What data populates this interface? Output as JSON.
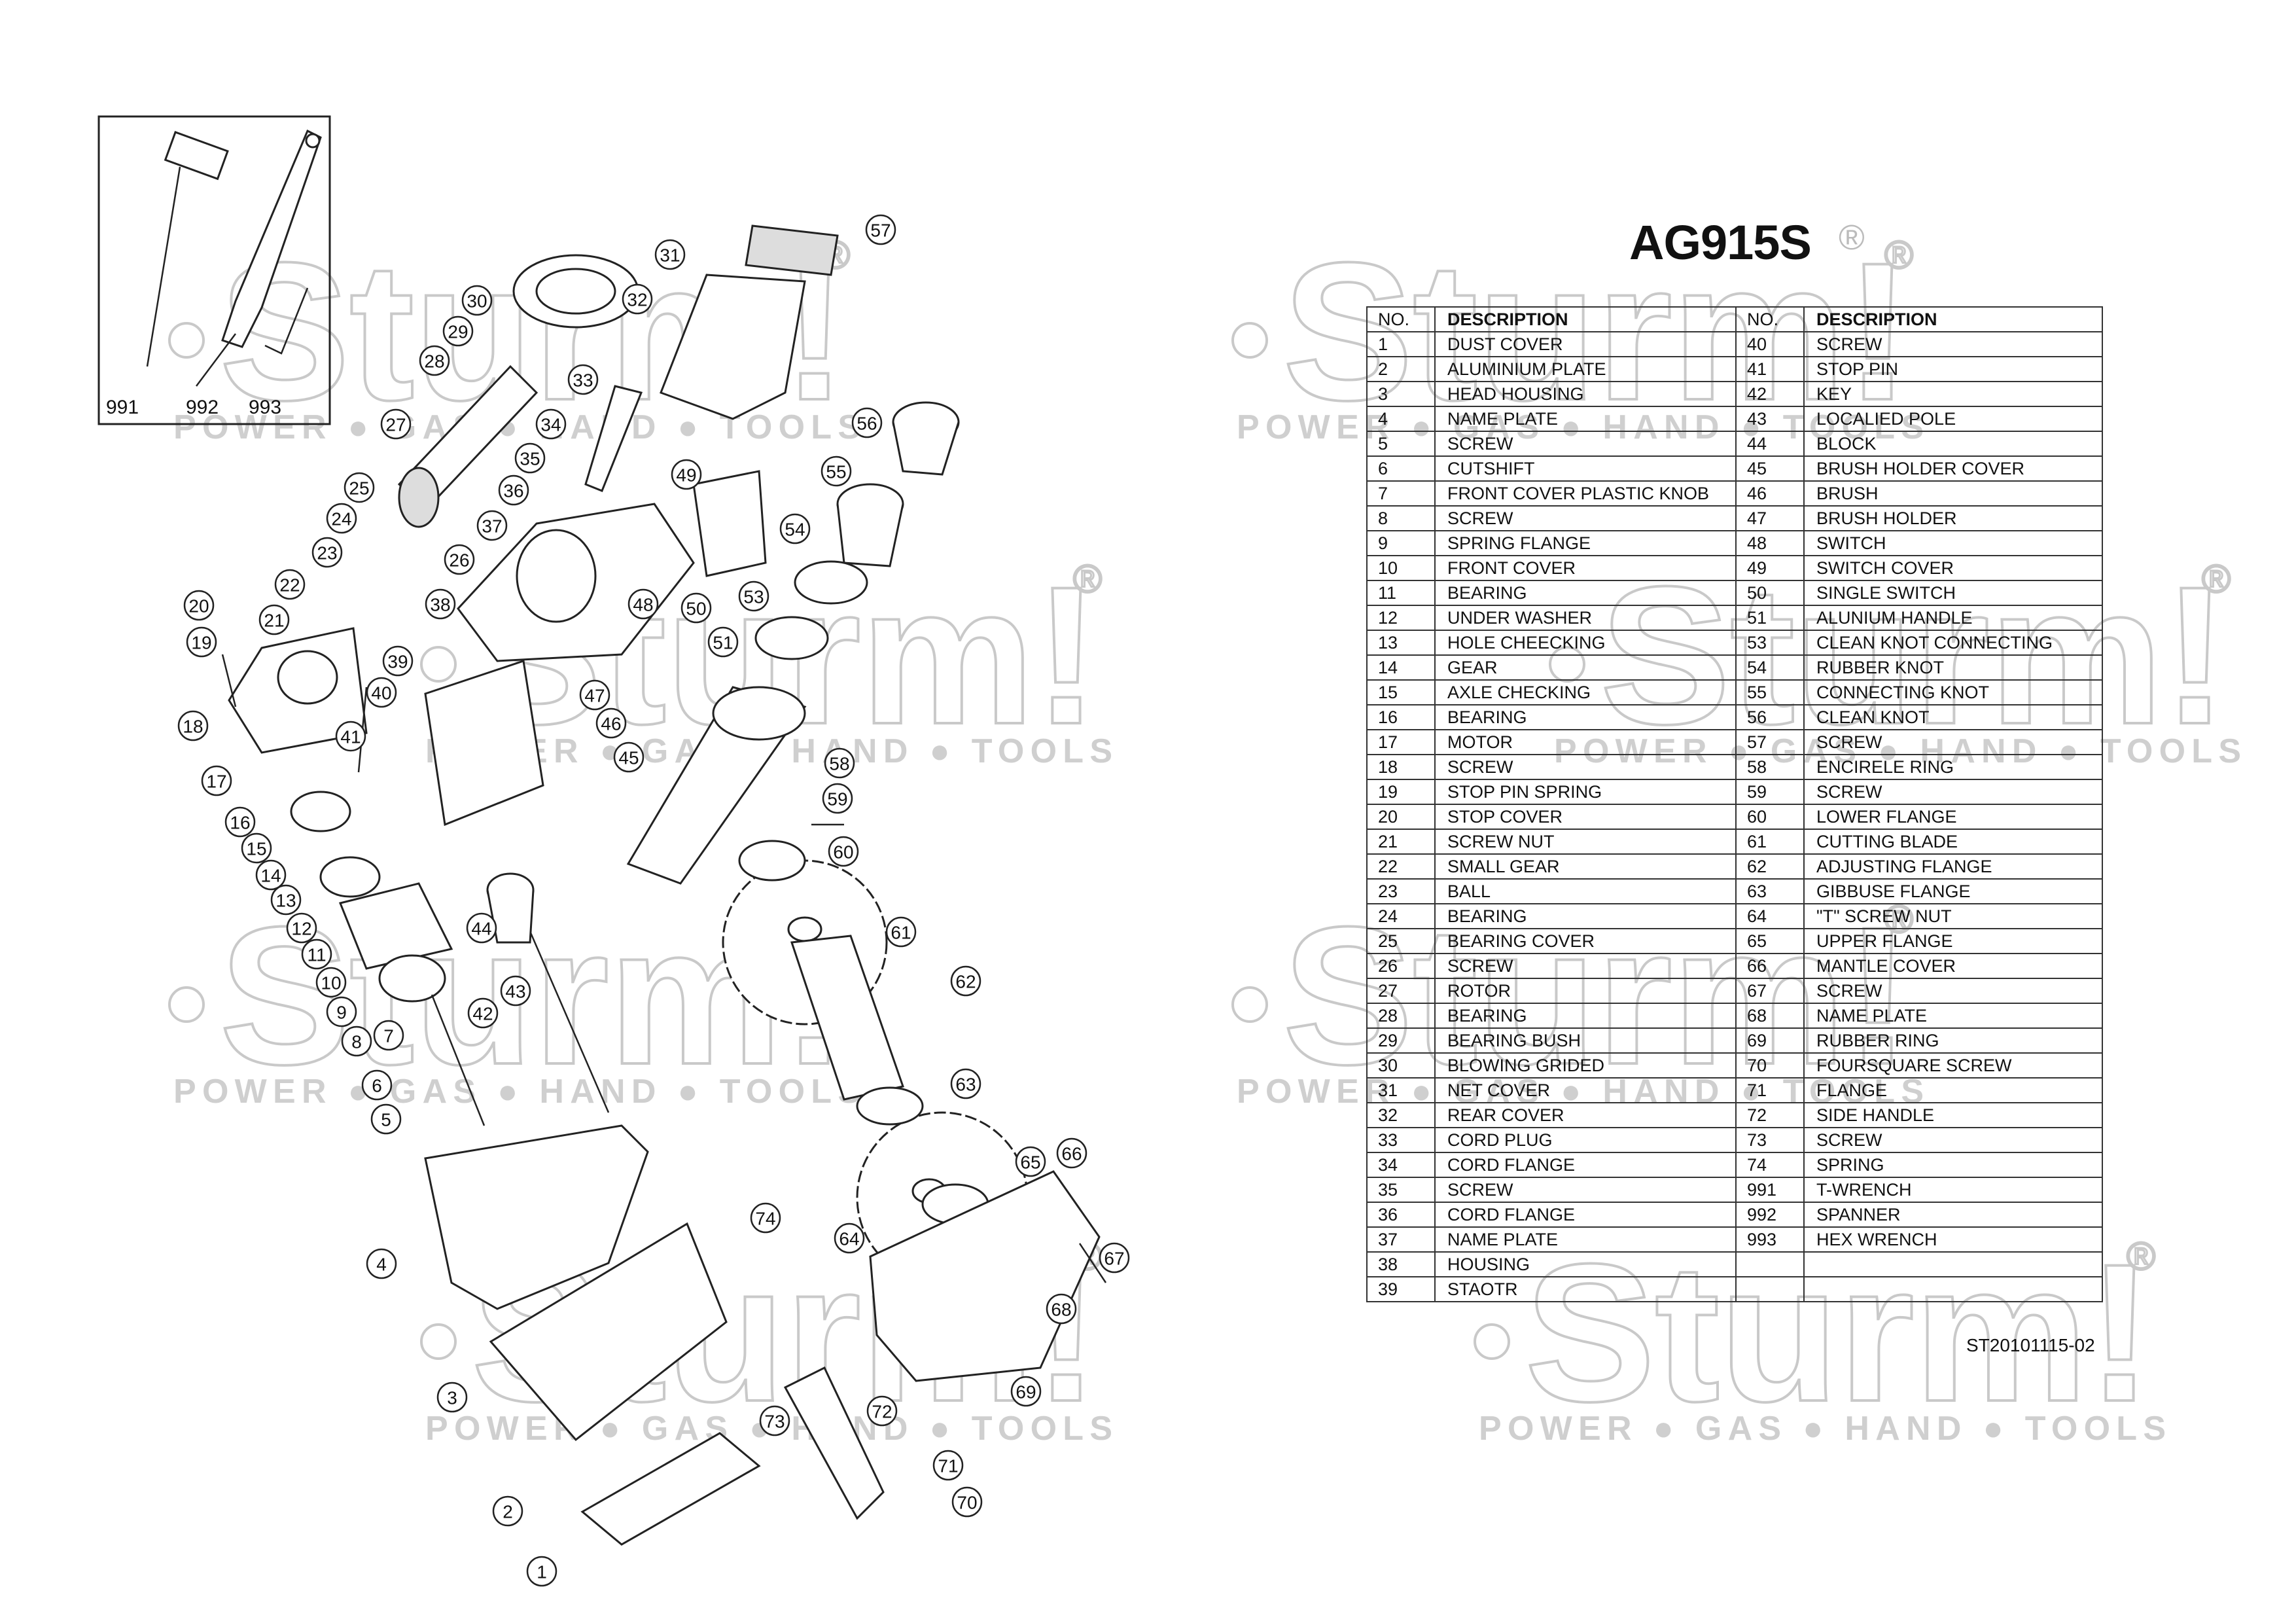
{
  "title": "AG915S",
  "title_mark": "®",
  "watermark": {
    "brand": "Sturm!",
    "tagline": "POWER ● GAS ● HAND ● TOOLS",
    "mark": "®"
  },
  "table": {
    "headers": {
      "no": "NO.",
      "description": "DESCRIPTION"
    },
    "left": [
      [
        "1",
        "DUST COVER"
      ],
      [
        "2",
        "ALUMINIUM PLATE"
      ],
      [
        "3",
        "HEAD HOUSING"
      ],
      [
        "4",
        "NAME PLATE"
      ],
      [
        "5",
        "SCREW"
      ],
      [
        "6",
        "CUTSHIFT"
      ],
      [
        "7",
        "FRONT COVER PLASTIC KNOB"
      ],
      [
        "8",
        "SCREW"
      ],
      [
        "9",
        "SPRING FLANGE"
      ],
      [
        "10",
        "FRONT COVER"
      ],
      [
        "11",
        "BEARING"
      ],
      [
        "12",
        "UNDER WASHER"
      ],
      [
        "13",
        "HOLE CHEECKING"
      ],
      [
        "14",
        "GEAR"
      ],
      [
        "15",
        "AXLE CHECKING"
      ],
      [
        "16",
        "BEARING"
      ],
      [
        "17",
        "MOTOR"
      ],
      [
        "18",
        "SCREW"
      ],
      [
        "19",
        "STOP PIN SPRING"
      ],
      [
        "20",
        "STOP COVER"
      ],
      [
        "21",
        "SCREW NUT"
      ],
      [
        "22",
        "SMALL GEAR"
      ],
      [
        "23",
        "BALL"
      ],
      [
        "24",
        "BEARING"
      ],
      [
        "25",
        "BEARING COVER"
      ],
      [
        "26",
        "SCREW"
      ],
      [
        "27",
        "ROTOR"
      ],
      [
        "28",
        "BEARING"
      ],
      [
        "29",
        "BEARING BUSH"
      ],
      [
        "30",
        "BLOWING GRIDED"
      ],
      [
        "31",
        "NET COVER"
      ],
      [
        "32",
        "REAR COVER"
      ],
      [
        "33",
        "CORD PLUG"
      ],
      [
        "34",
        "CORD FLANGE"
      ],
      [
        "35",
        "SCREW"
      ],
      [
        "36",
        "CORD FLANGE"
      ],
      [
        "37",
        "NAME PLATE"
      ],
      [
        "38",
        "HOUSING"
      ],
      [
        "39",
        "STAOTR"
      ]
    ],
    "right": [
      [
        "40",
        "SCREW"
      ],
      [
        "41",
        "STOP PIN"
      ],
      [
        "42",
        "KEY"
      ],
      [
        "43",
        "LOCALIED POLE"
      ],
      [
        "44",
        "BLOCK"
      ],
      [
        "45",
        "BRUSH HOLDER COVER"
      ],
      [
        "46",
        "BRUSH"
      ],
      [
        "47",
        "BRUSH HOLDER"
      ],
      [
        "48",
        "SWITCH"
      ],
      [
        "49",
        "SWITCH COVER"
      ],
      [
        "50",
        "SINGLE SWITCH"
      ],
      [
        "51",
        "ALUNIUM HANDLE"
      ],
      [
        "53",
        "CLEAN KNOT CONNECTING"
      ],
      [
        "54",
        "RUBBER KNOT"
      ],
      [
        "55",
        "CONNECTING KNOT"
      ],
      [
        "56",
        "CLEAN KNOT"
      ],
      [
        "57",
        "SCREW"
      ],
      [
        "58",
        "ENCIRELE RING"
      ],
      [
        "59",
        "SCREW"
      ],
      [
        "60",
        "LOWER FLANGE"
      ],
      [
        "61",
        "CUTTING BLADE"
      ],
      [
        "62",
        "ADJUSTING FLANGE"
      ],
      [
        "63",
        "GIBBUSE FLANGE"
      ],
      [
        "64",
        "\"T\" SCREW NUT"
      ],
      [
        "65",
        "UPPER FLANGE"
      ],
      [
        "66",
        "MANTLE COVER"
      ],
      [
        "67",
        "SCREW"
      ],
      [
        "68",
        "NAME PLATE"
      ],
      [
        "69",
        "RUBBER RING"
      ],
      [
        "70",
        "FOURSQUARE SCREW"
      ],
      [
        "71",
        "FLANGE"
      ],
      [
        "72",
        "SIDE HANDLE"
      ],
      [
        "73",
        "SCREW"
      ],
      [
        "74",
        "SPRING"
      ],
      [
        "991",
        "T-WRENCH"
      ],
      [
        "992",
        "SPANNER"
      ],
      [
        "993",
        "HEX WRENCH"
      ],
      [
        "",
        ""
      ],
      [
        "",
        ""
      ]
    ]
  },
  "doc_code": "ST20101115-02",
  "diagram": {
    "inset_labels": [
      "991",
      "992",
      "993"
    ],
    "callouts": [
      "57",
      "31",
      "32",
      "30",
      "29",
      "28",
      "33",
      "56",
      "34",
      "27",
      "35",
      "49",
      "55",
      "36",
      "25",
      "37",
      "24",
      "54",
      "26",
      "23",
      "22",
      "48",
      "50",
      "53",
      "20",
      "21",
      "38",
      "19",
      "51",
      "39",
      "40",
      "47",
      "18",
      "41",
      "46",
      "45",
      "17",
      "58",
      "16",
      "59",
      "15",
      "60",
      "14",
      "13",
      "44",
      "61",
      "12",
      "11",
      "62",
      "43",
      "10",
      "9",
      "42",
      "8",
      "7",
      "63",
      "6",
      "5",
      "66",
      "65",
      "74",
      "64",
      "67",
      "4",
      "68",
      "3",
      "69",
      "72",
      "73",
      "71",
      "2",
      "70",
      "1"
    ]
  }
}
